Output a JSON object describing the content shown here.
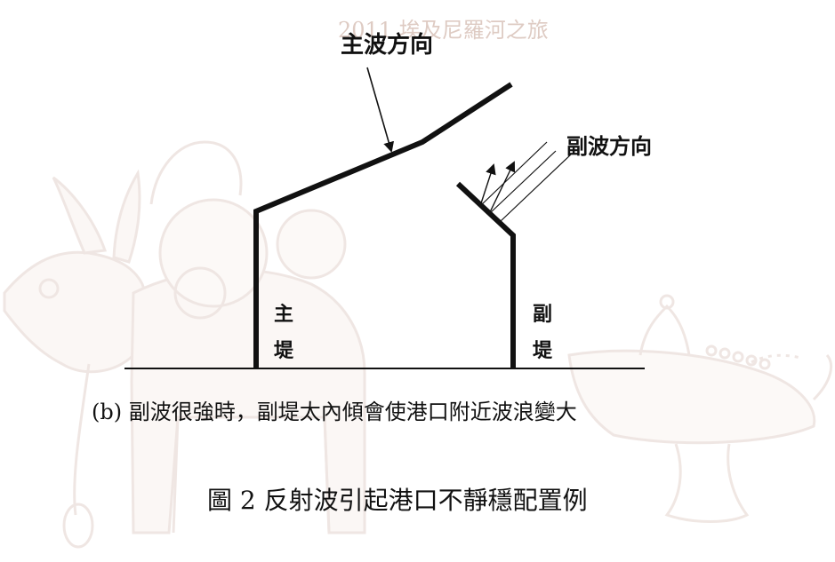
{
  "watermark": {
    "header_text": "2011 埃及尼羅河之旅"
  },
  "labels": {
    "main_wave_direction": "主波方向",
    "sub_wave_direction": "副波方向",
    "main_dike": "主堤",
    "sub_dike": "副堤"
  },
  "captions": {
    "sub_caption": "(b) 副波很強時，副堤太內傾會使港口附近波浪變大",
    "figure_caption": "圖 2 反射波引起港口不靜穩配置例"
  },
  "colors": {
    "line": "#111111",
    "watermark": "#c9a99c",
    "watermark_fill": "#f3e6dc"
  }
}
